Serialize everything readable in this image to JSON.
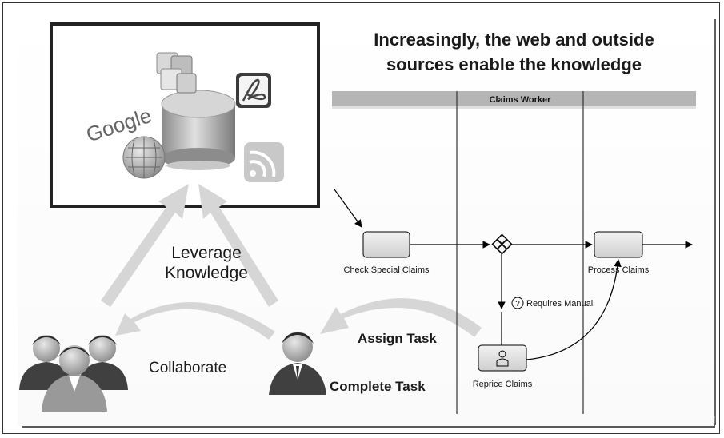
{
  "title_line1": "Increasingly, the web and outside",
  "title_line2": "sources enable the knowledge",
  "sources": {
    "google_logo": "Google",
    "icons": [
      "wikipedia-globe-icon",
      "database-icon",
      "photo-collage-icon",
      "acrobat-icon",
      "rss-icon"
    ]
  },
  "cycle": {
    "leverage_line1": "Leverage",
    "leverage_line2": "Knowledge",
    "collaborate": "Collaborate",
    "assign_task": "Assign Task",
    "complete_task": "Complete Task"
  },
  "process": {
    "lane_header": "Claims Worker",
    "check_special_claims": "Check Special Claims",
    "process_claims": "Process Claims",
    "requires_manual": "Requires Manual",
    "reprice_claims": "Reprice Claims"
  }
}
